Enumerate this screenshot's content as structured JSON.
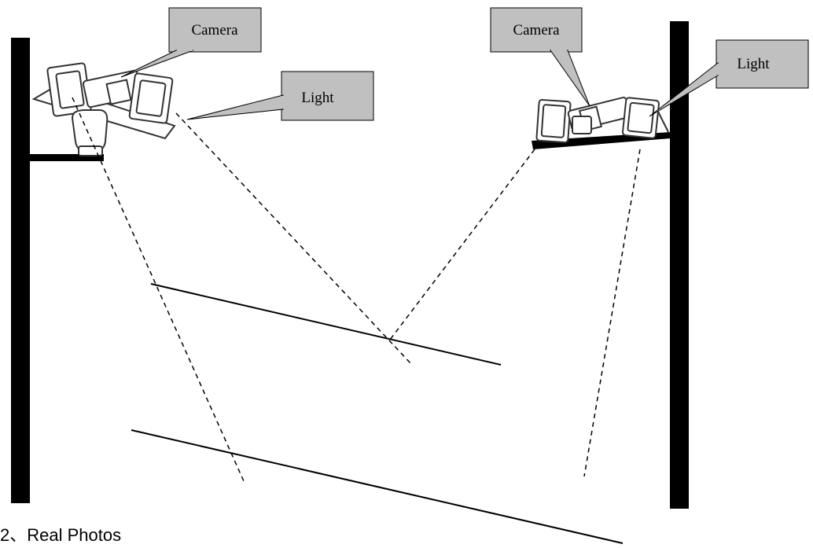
{
  "callouts": {
    "left_camera": "Camera",
    "left_light": "Light",
    "right_camera": "Camera",
    "right_light": "Light"
  },
  "caption": "2、Real Photos",
  "colors": {
    "callout_fill": "#c0c0c0",
    "line": "#000000",
    "pole": "#000000",
    "device_stroke": "#333333"
  }
}
